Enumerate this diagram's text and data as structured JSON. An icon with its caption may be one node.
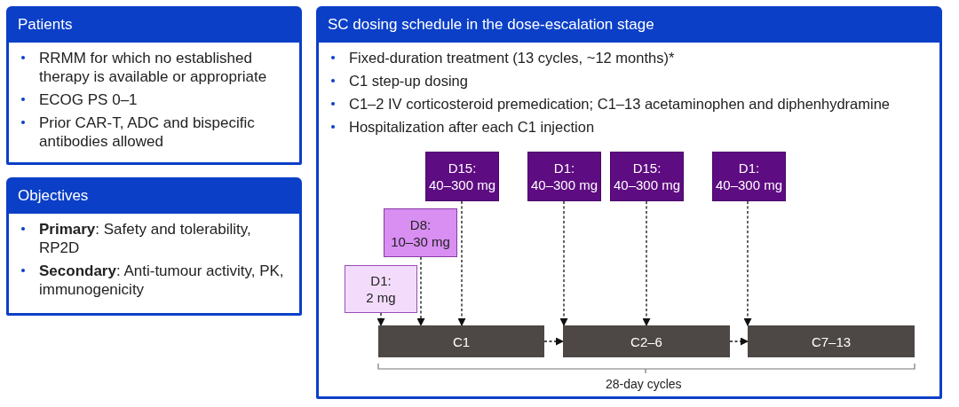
{
  "diagram": {
    "nodes": [
      {
        "text": [
          "Patients",
          "RRMM for which no established therapy is available or appropriate",
          "ECOG PS 0–1",
          "Prior CAR-T, ADC and bispecific antibodies allowed"
        ]
      },
      {
        "text": [
          "Objectives",
          "**Primary**: Safety and tolerability, RP2D",
          "**Secondary**: Anti-tumour activity, PK, immunogenicity"
        ]
      },
      {
        "text": [
          "SC dosing schedule in the dose-escalation stage",
          "Fixed-duration treatment (13 cycles, ~12 months)*",
          "C1 step-up dosing",
          "C1–2 IV corticosteroid premedication; C1–13 acetaminophen and diphenhydramine",
          "Hospitalization after each C1 injection"
        ]
      },
      {
        "text": [
          "D1:",
          "2 mg"
        ],
        "in": 2
      },
      {
        "text": [
          "D8:",
          "10–30 mg"
        ],
        "in": 2
      },
      {
        "text": [
          "D15:",
          "40–300 mg"
        ],
        "in": 2
      },
      {
        "text": [
          "D1:",
          "40–300 mg"
        ],
        "in": 2
      },
      {
        "text": [
          "D15:",
          "40–300 mg"
        ],
        "in": 2
      },
      {
        "text": [
          "D1:",
          "40–300 mg"
        ],
        "in": 2
      },
      {
        "text": [
          "C1"
        ],
        "in": 2
      },
      {
        "text": [
          "C2–6"
        ],
        "in": 2
      },
      {
        "text": [
          "C7–13"
        ],
        "in": 2
      }
    ],
    "edges": [
      {
        "from": 3,
        "to": 9,
        "arrow": "to",
        "style": "dashed"
      },
      {
        "from": 4,
        "to": 9,
        "arrow": "to",
        "style": "dashed"
      },
      {
        "from": 5,
        "to": 9,
        "arrow": "to",
        "style": "dashed"
      },
      {
        "from": 6,
        "to": 10,
        "arrow": "to",
        "style": "dashed"
      },
      {
        "from": 7,
        "to": 10,
        "arrow": "to",
        "style": "dashed"
      },
      {
        "from": 8,
        "to": 11,
        "arrow": "to",
        "style": "dashed"
      },
      {
        "from": 9,
        "to": 10,
        "arrow": "to",
        "style": "dashed"
      },
      {
        "from": 10,
        "to": 11,
        "arrow": "to",
        "style": "dashed"
      }
    ],
    "labels": [
      "28-day cycles"
    ]
  }
}
